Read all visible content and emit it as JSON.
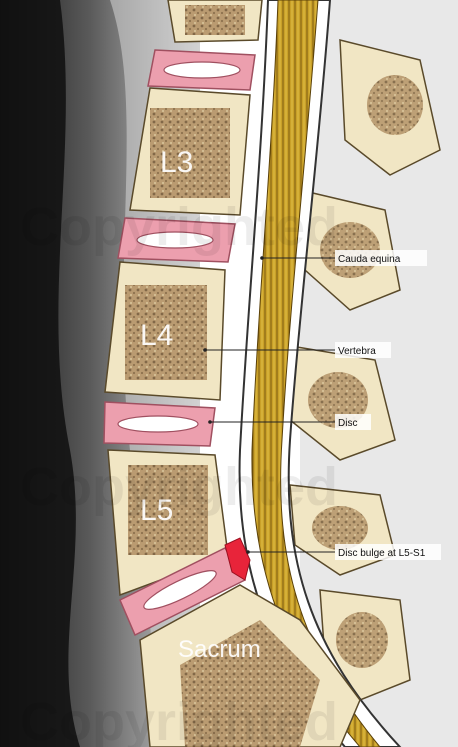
{
  "colors": {
    "bone_fill": "#f1e6c4",
    "bone_outline": "#5a4a2a",
    "marrow": "#9c7c55",
    "disc_pink": "#ec9fae",
    "disc_bulge": "#e8243a",
    "cauda_gold": "#c9a028",
    "cauda_dark": "#7a5a10",
    "background_mri": "#3a3a3a"
  },
  "vertebra_labels": {
    "l3": "L3",
    "l4": "L4",
    "l5": "L5",
    "sacrum": "Sacrum"
  },
  "callouts": {
    "cauda_equina": "Cauda equina",
    "vertebra": "Vertebra",
    "disc": "Disc",
    "disc_bulge": "Disc bulge at L5-S1"
  },
  "watermark": "Copyrighted",
  "icons": {
    "spine_illustration": "lumbar-spine-sagittal-icon"
  }
}
